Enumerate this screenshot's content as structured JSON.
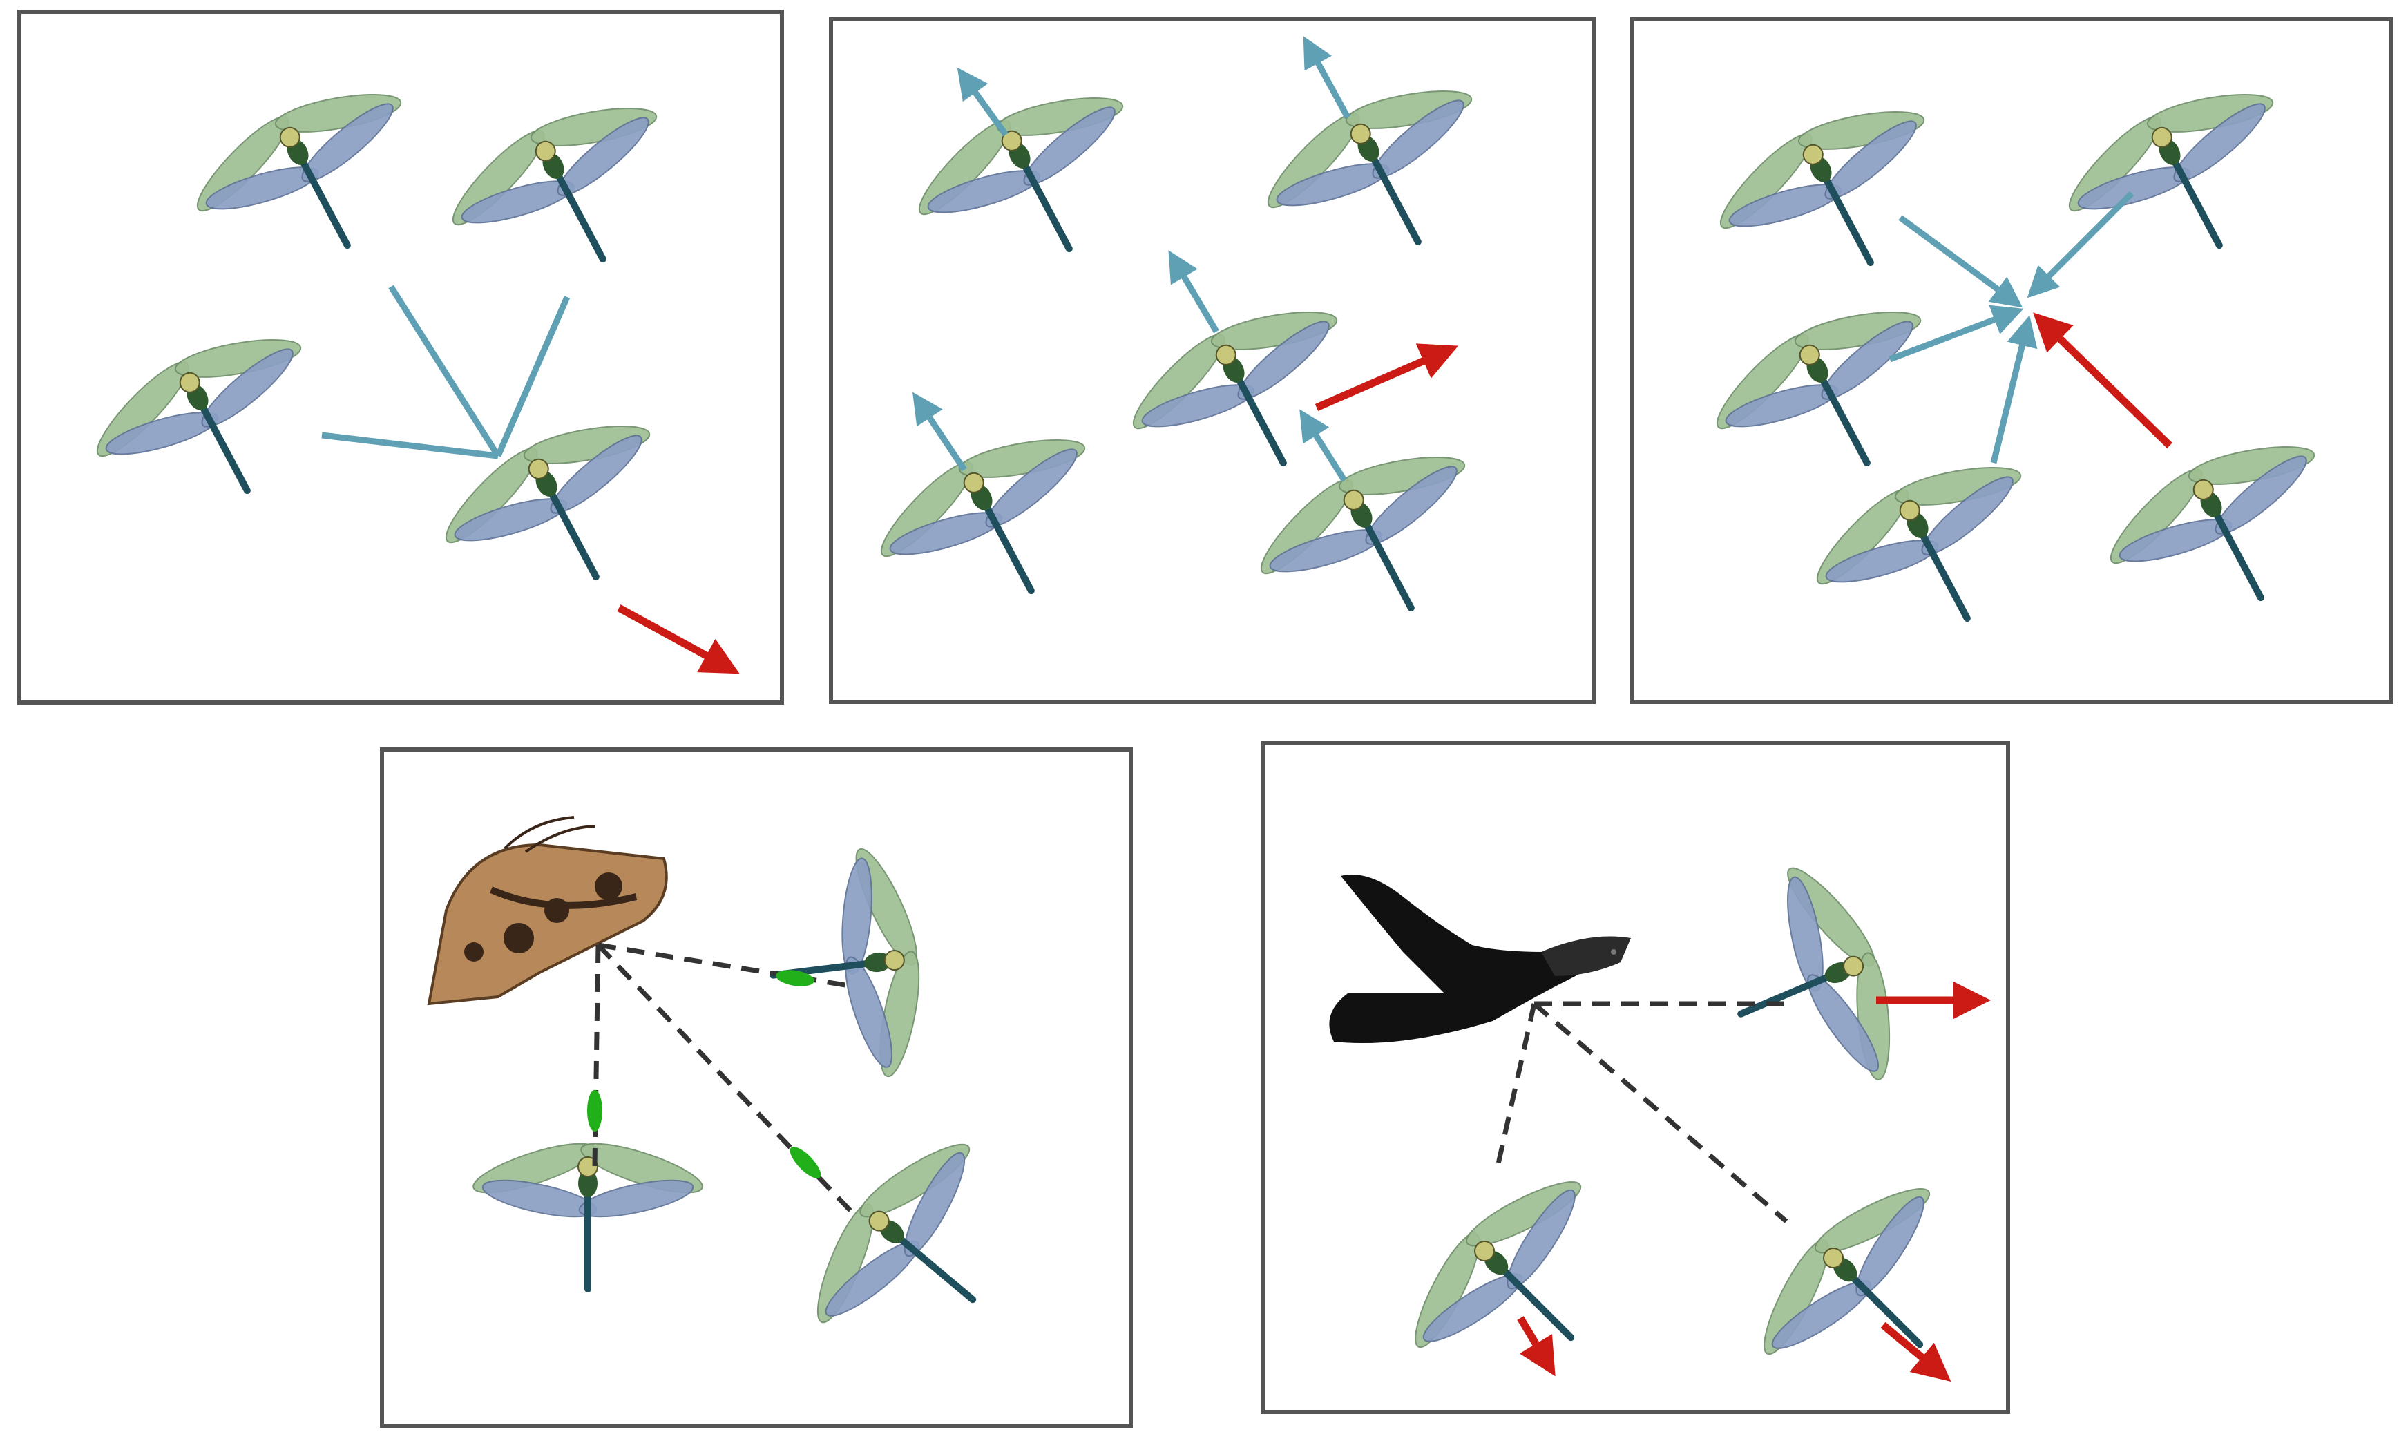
{
  "colors": {
    "wing_green": "#9fbf93",
    "wing_blue": "#8a9fc4",
    "body": "#1f4f5c",
    "thorax": "#2f5a2f",
    "head": "#c9c77a",
    "steer_arrow": "#5fa0b4",
    "red_arrow": "#cc1a14",
    "green_marker": "#22b01a",
    "dashed_line": "#333333",
    "moth": "#b7895a",
    "moth_spots": "#3a2618",
    "bird": "#111111",
    "panel_border": "#555555"
  },
  "icons": [
    "dragonfly-icon",
    "moth-icon",
    "bird-icon",
    "arrow-icon"
  ],
  "panels": [
    {
      "id": "separation",
      "dragonflies": 4,
      "red_arrows": 1,
      "blue_lines": 3
    },
    {
      "id": "alignment",
      "dragonflies": 5,
      "red_arrows": 1,
      "blue_arrows": 5
    },
    {
      "id": "cohesion",
      "dragonflies": 5,
      "red_arrows": 1,
      "blue_arrows": 4
    },
    {
      "id": "attraction-to-food",
      "dragonflies": 3,
      "food_sources": 1,
      "green_markers": 3
    },
    {
      "id": "distraction-from-enemy",
      "dragonflies": 3,
      "enemies": 1,
      "red_arrows": 3
    }
  ]
}
